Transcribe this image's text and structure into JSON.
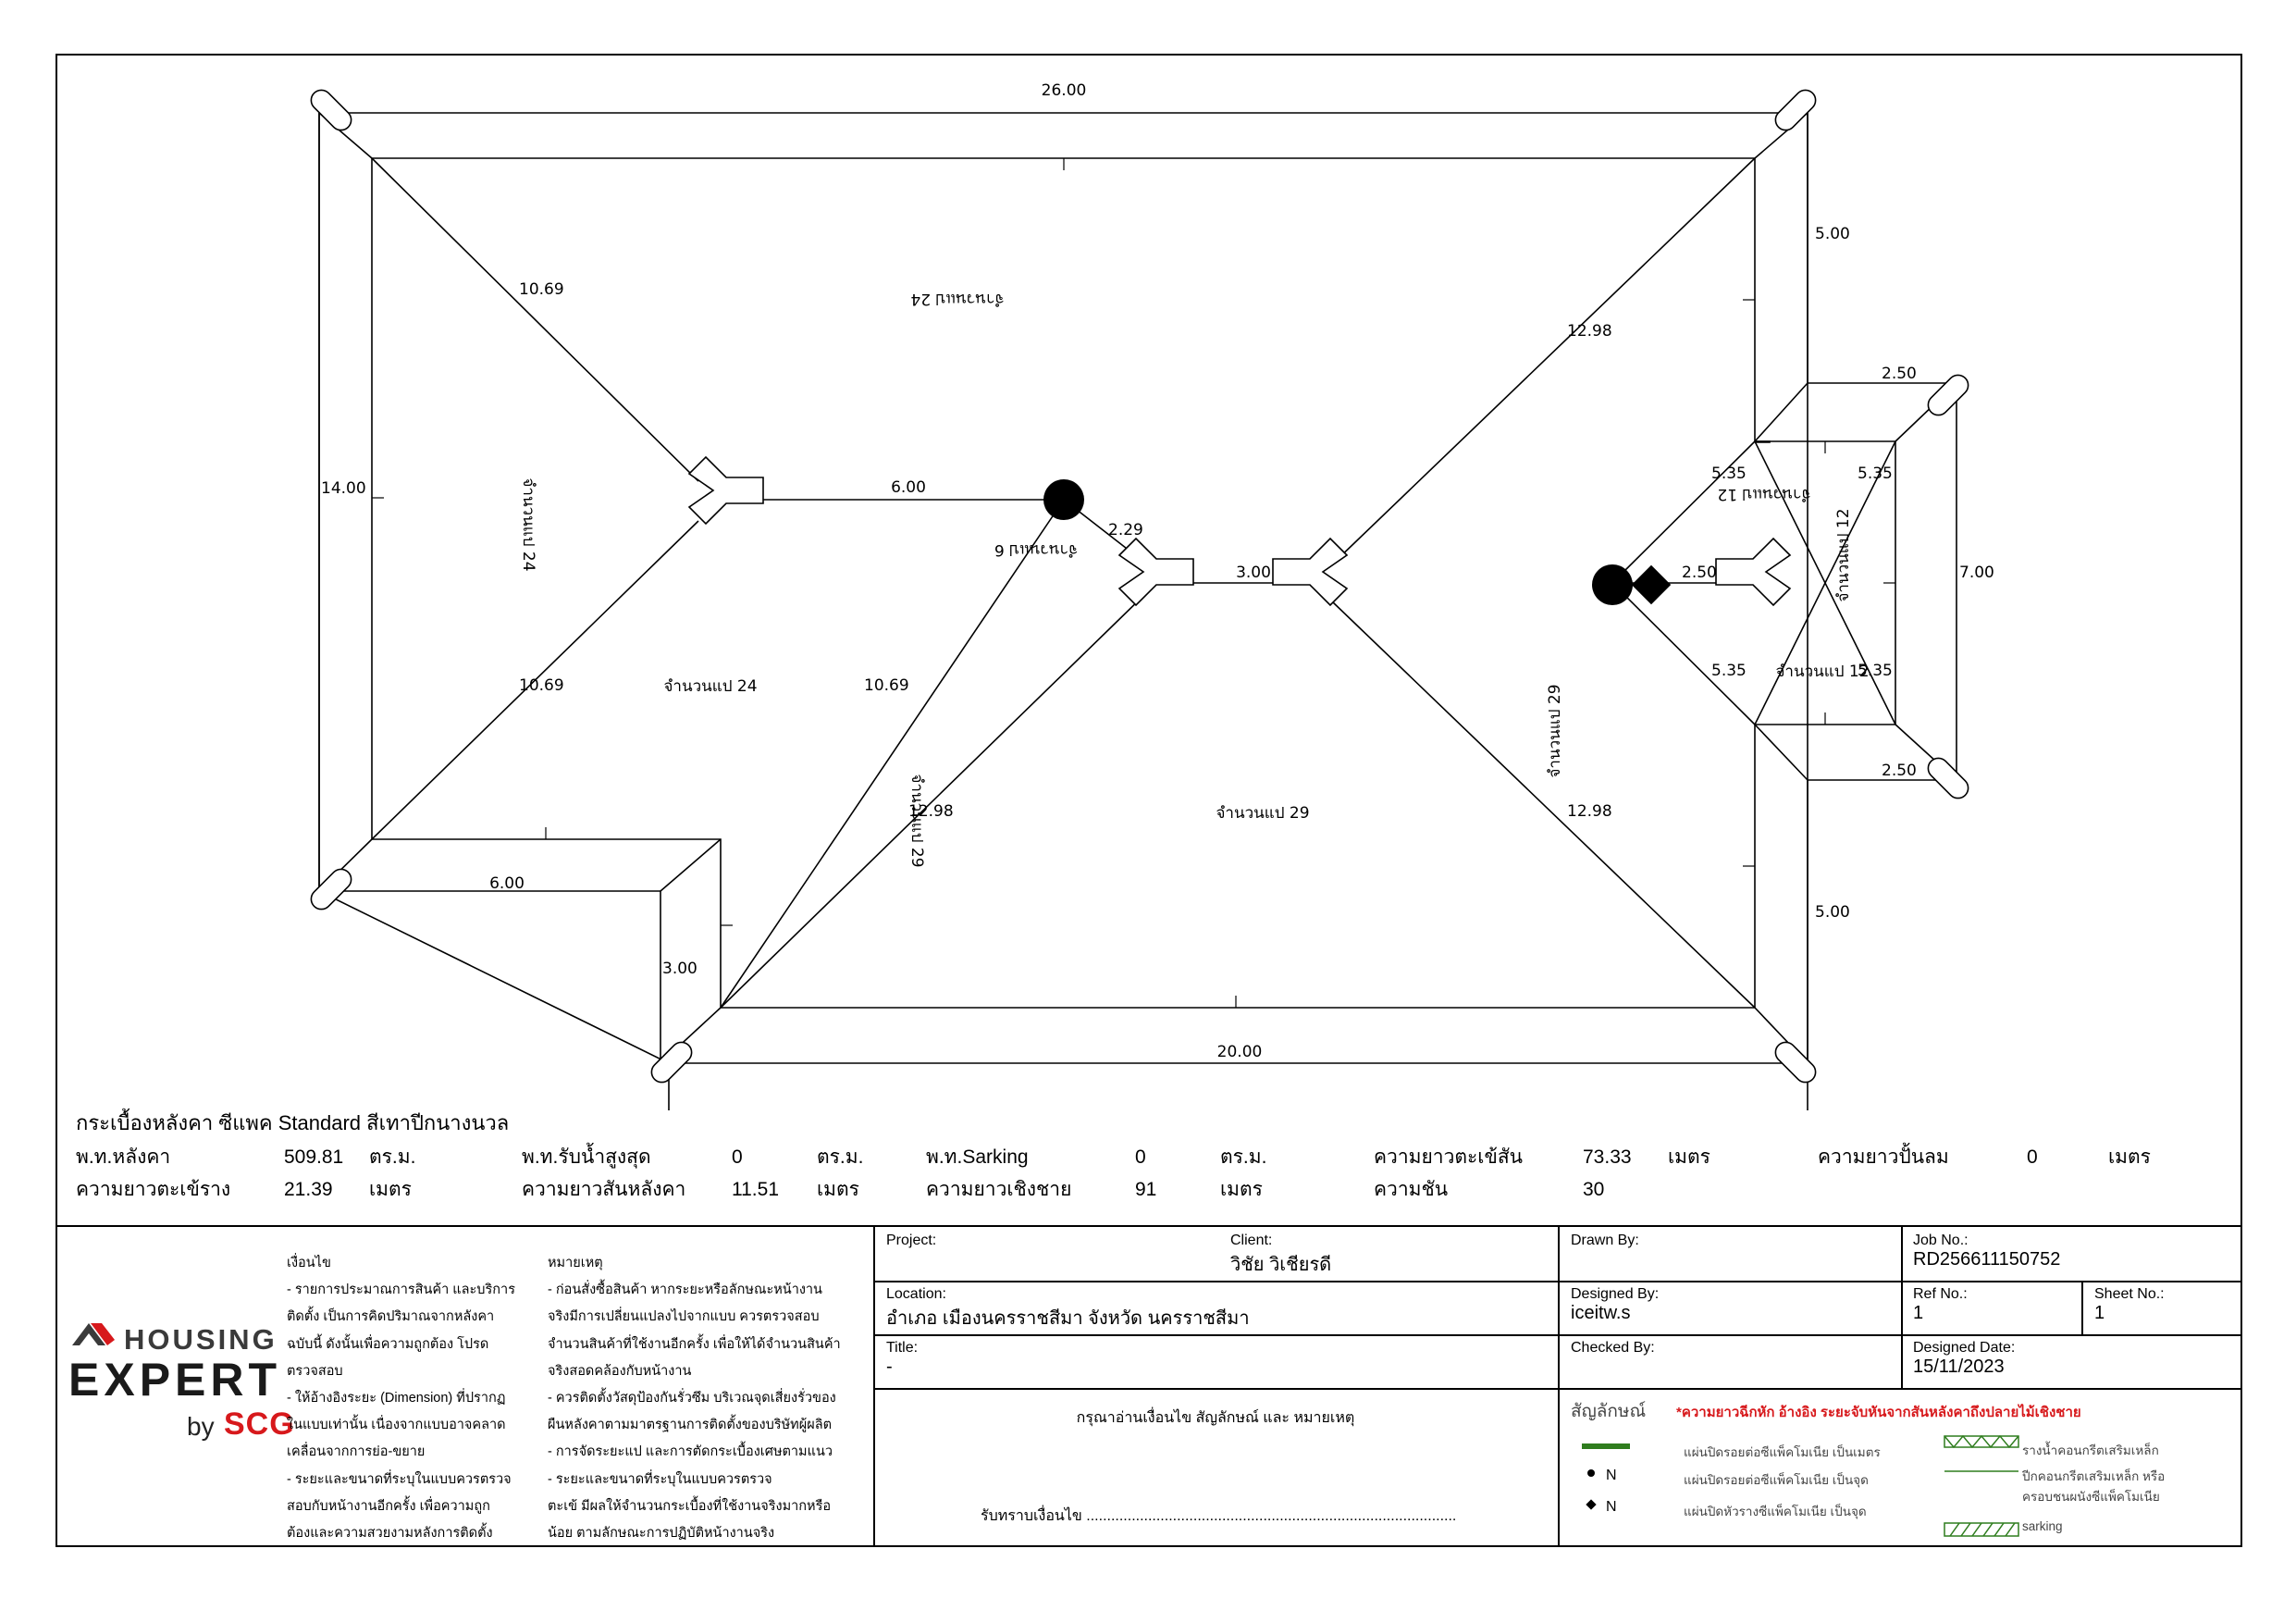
{
  "colors": {
    "ink": "#000000",
    "brand_red": "#d7191c",
    "legend_green": "#2f7d1e",
    "warning_red": "#d7191c"
  },
  "diagram": {
    "dimensions": {
      "top": "26.00",
      "left": "14.00",
      "bottom": "20.00",
      "bottom_left": "6.00",
      "step_v": "3.00",
      "right_upper": "5.00",
      "right_lower": "5.00",
      "right_outer": "7.00",
      "wing_top": "2.50",
      "wing_bottom": "2.50",
      "ridge_left": "6.00",
      "ridge_mid": "3.00",
      "ridge_right": "2.50",
      "hip_tl": "10.69",
      "hip_bl": "10.69",
      "hip_mid_a": "2.29",
      "hip_mid_b": "10.69",
      "valley_low": "12.98",
      "hip_tr": "12.98",
      "hip_br": "12.98",
      "wing_a": "5.35",
      "wing_b": "5.35",
      "wing_c": "5.35",
      "wing_d": "5.35"
    },
    "sheet_labels": {
      "top": "จำนวนแป 24",
      "left": "จำนวนแป 24",
      "left_lower": "จำนวนแป 24",
      "mid_small": "จำนวนแป 6",
      "mid_diag": "จำนวนแป 29",
      "center": "จำนวนแป 29",
      "right_diag": "จำนวนแป 29",
      "wing_top": "จำนวนแป 12",
      "wing_right": "จำนวนแป 12",
      "wing_bottom": "จำนวนแป 12"
    }
  },
  "summary": {
    "material": "กระเบื้องหลังคา ซีแพค Standard สีเทาปีกนางนวล",
    "rows": [
      [
        {
          "label": "พ.ท.หลังคา",
          "value": "509.81",
          "unit": "ตร.ม."
        },
        {
          "label": "พ.ท.รับน้ำสูงสุด",
          "value": "0",
          "unit": "ตร.ม."
        },
        {
          "label": "พ.ท.Sarking",
          "value": "0",
          "unit": "ตร.ม."
        },
        {
          "label": "ความยาวตะเข้สัน",
          "value": "73.33",
          "unit": "เมตร"
        },
        {
          "label": "ความยาวปั้นลม",
          "value": "0",
          "unit": "เมตร"
        }
      ],
      [
        {
          "label": "ความยาวตะเข้ราง",
          "value": "21.39",
          "unit": "เมตร"
        },
        {
          "label": "ความยาวสันหลังคา",
          "value": "11.51",
          "unit": "เมตร"
        },
        {
          "label": "ความยาวเชิงชาย",
          "value": "91",
          "unit": "เมตร"
        },
        {
          "label": "ความชัน",
          "value": "30",
          "unit": ""
        },
        {
          "label": "",
          "value": "",
          "unit": ""
        }
      ]
    ]
  },
  "logo": {
    "housing": "HOUSING",
    "expert": "EXPERT",
    "by": "by",
    "scg": "SCG"
  },
  "conditions": {
    "title": "เงื่อนไข",
    "lines": [
      "- รายการประมาณการสินค้า และบริการ",
      "ติดตั้ง เป็นการคิดปริมาณจากหลังคา",
      "ฉบับนี้ ดังนั้นเพื่อความถูกต้อง โปรด",
      "ตรวจสอบ",
      "- ให้อ้างอิงระยะ (Dimension) ที่ปรากฏ",
      "ในแบบเท่านั้น เนื่องจากแบบอาจคลาด",
      "เคลื่อนจากการย่อ-ขยาย",
      "- ระยะและขนาดที่ระบุในแบบควรตรวจ",
      "สอบกับหน้างานอีกครั้ง เพื่อความถูก",
      "ต้องและความสวยงามหลังการติดตั้ง"
    ]
  },
  "remarks": {
    "title": "หมายเหตุ",
    "lines": [
      "- ก่อนสั่งซื้อสินค้า หากระยะหรือลักษณะหน้างาน",
      "จริงมีการเปลี่ยนแปลงไปจากแบบ ควรตรวจสอบ",
      "จำนวนสินค้าที่ใช้งานอีกครั้ง เพื่อให้ได้จำนวนสินค้า",
      "จริงสอดคล้องกับหน้างาน",
      "- ควรติดตั้งวัสดุป้องกันรั่วซึม บริเวณจุดเสี่ยงรั่วของ",
      "ผืนหลังคาตามมาตรฐานการติดตั้งของบริษัทผู้ผลิต",
      "- การจัดระยะแป และการตัดกระเบื้องเศษตามแนว",
      "- ระยะและขนาดที่ระบุในแบบควรตรวจ",
      "ตะเข้ มีผลให้จำนวนกระเบื้องที่ใช้งานจริงมากหรือ",
      "น้อย ตามลักษณะการปฏิบัติหน้างานจริง"
    ]
  },
  "titleblock": {
    "project_label": "Project:",
    "client_label": "Client:",
    "client_value": "วิชัย วิเชียรดี",
    "location_label": "Location:",
    "location_value": "อำเภอ เมืองนครราชสีมา จังหวัด นครราชสีมา",
    "title_label": "Title:",
    "title_value": "-",
    "ack_instruction": "กรุณาอ่านเงื่อนไข สัญลักษณ์ และ หมายเหตุ",
    "ack_line": "รับทราบเงื่อนไข ..........................................................................................",
    "drawn_by_label": "Drawn By:",
    "designed_by_label": "Designed By:",
    "designed_by_value": "iceitw.s",
    "checked_by_label": "Checked By:",
    "job_no_label": "Job No.:",
    "job_no_value": "RD256611150752",
    "ref_no_label": "Ref No.:",
    "ref_no_value": "1",
    "sheet_no_label": "Sheet No.:",
    "sheet_no_value": "1",
    "designed_date_label": "Designed Date:",
    "designed_date_value": "15/11/2023"
  },
  "legend": {
    "title": "สัญลักษณ์",
    "warning": "*ความยาวฉีกหัก อ้างอิง ระยะจับหันจากสันหลังคาถึงปลายไม้เชิงชาย",
    "items": [
      {
        "symbol": "green-line",
        "text": "แผ่นปิดรอยต่อซีแพ็คโมเนีย เป็นเมตร"
      },
      {
        "symbol": "dot-n",
        "text": "แผ่นปิดรอยต่อซีแพ็คโมเนีย เป็นจุด",
        "mark": "N"
      },
      {
        "symbol": "diamond-n",
        "text": "แผ่นปิดหัวรางซีแพ็คโมเนีย เป็นจุด",
        "mark": "N"
      },
      {
        "symbol": "zigzag",
        "text": "รางน้ำคอนกรีตเสริมเหล็ก"
      },
      {
        "symbol": "double-line",
        "text": "ปีกคอนกรีตเสริมเหล็ก หรือ"
      },
      {
        "symbol": "double-line-cont",
        "text": "ครอบชนผนังซีแพ็คโมเนีย"
      },
      {
        "symbol": "hatch",
        "text": "sarking"
      }
    ]
  }
}
